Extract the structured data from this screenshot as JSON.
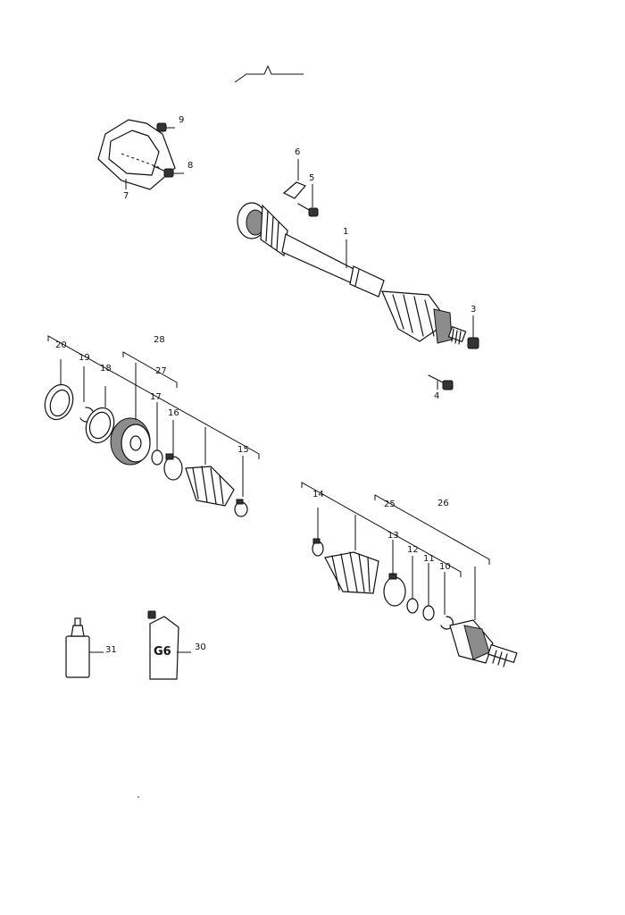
{
  "callouts": {
    "c1": "1",
    "c3": "3",
    "c4": "4",
    "c5": "5",
    "c6": "6",
    "c7": "7",
    "c8": "8",
    "c9": "9",
    "c10": "10",
    "c11": "11",
    "c12": "12",
    "c13": "13",
    "c14": "14",
    "c15": "15",
    "c16": "16",
    "c17": "17",
    "c18": "18",
    "c19": "19",
    "c20": "20",
    "c25": "25",
    "c26": "26",
    "c27": "27",
    "c28": "28",
    "c30": "30",
    "c31": "31"
  },
  "grease_pack_label": "G6"
}
